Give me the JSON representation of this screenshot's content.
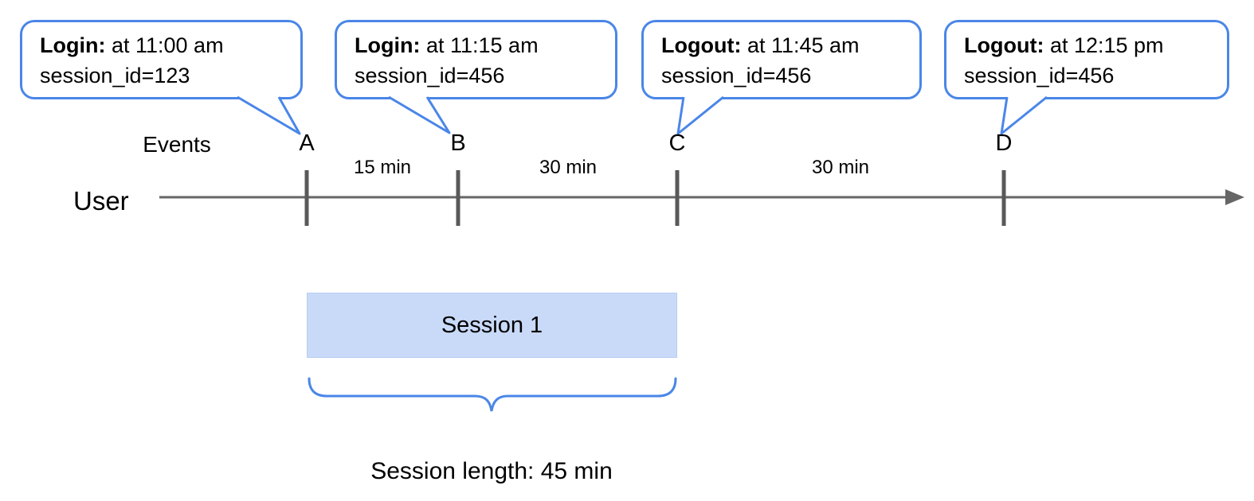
{
  "bubbles": [
    {
      "event_bold": "Login:",
      "event_rest": " at 11:00 am",
      "session": "session_id=123"
    },
    {
      "event_bold": "Login:",
      "event_rest": " at 11:15 am",
      "session": "session_id=456"
    },
    {
      "event_bold": "Logout:",
      "event_rest": " at 11:45 am",
      "session": "session_id=456"
    },
    {
      "event_bold": "Logout:",
      "event_rest": " at 12:15 pm",
      "session": "session_id=456"
    }
  ],
  "timeline": {
    "events_label": "Events",
    "user_label": "User",
    "ticks": [
      "A",
      "B",
      "C",
      "D"
    ],
    "intervals": [
      "15 min",
      "30 min",
      "30 min"
    ]
  },
  "session": {
    "box_label": "Session 1",
    "length_label": "Session length: 45 min"
  },
  "colors": {
    "bubble_border": "#4a86e8",
    "session_fill": "#c9daf8",
    "brace": "#4a86e8",
    "timeline_line": "#666666",
    "tick_mark": "#595959"
  }
}
